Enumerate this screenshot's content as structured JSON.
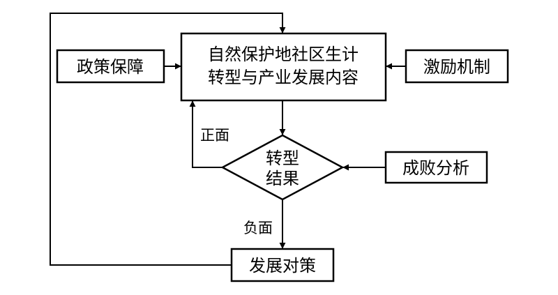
{
  "nodes": {
    "main": {
      "line1": "自然保护地社区生计",
      "line2": "转型与产业发展内容"
    },
    "policy": {
      "label": "政策保障"
    },
    "incentive": {
      "label": "激励机制"
    },
    "decision": {
      "line1": "转型",
      "line2": "结果"
    },
    "analysis": {
      "label": "成败分析"
    },
    "countermeasure": {
      "label": "发展对策"
    }
  },
  "edges": {
    "positive": {
      "label": "正面"
    },
    "negative": {
      "label": "负面"
    }
  },
  "colors": {
    "stroke": "#000000",
    "background": "#ffffff"
  }
}
